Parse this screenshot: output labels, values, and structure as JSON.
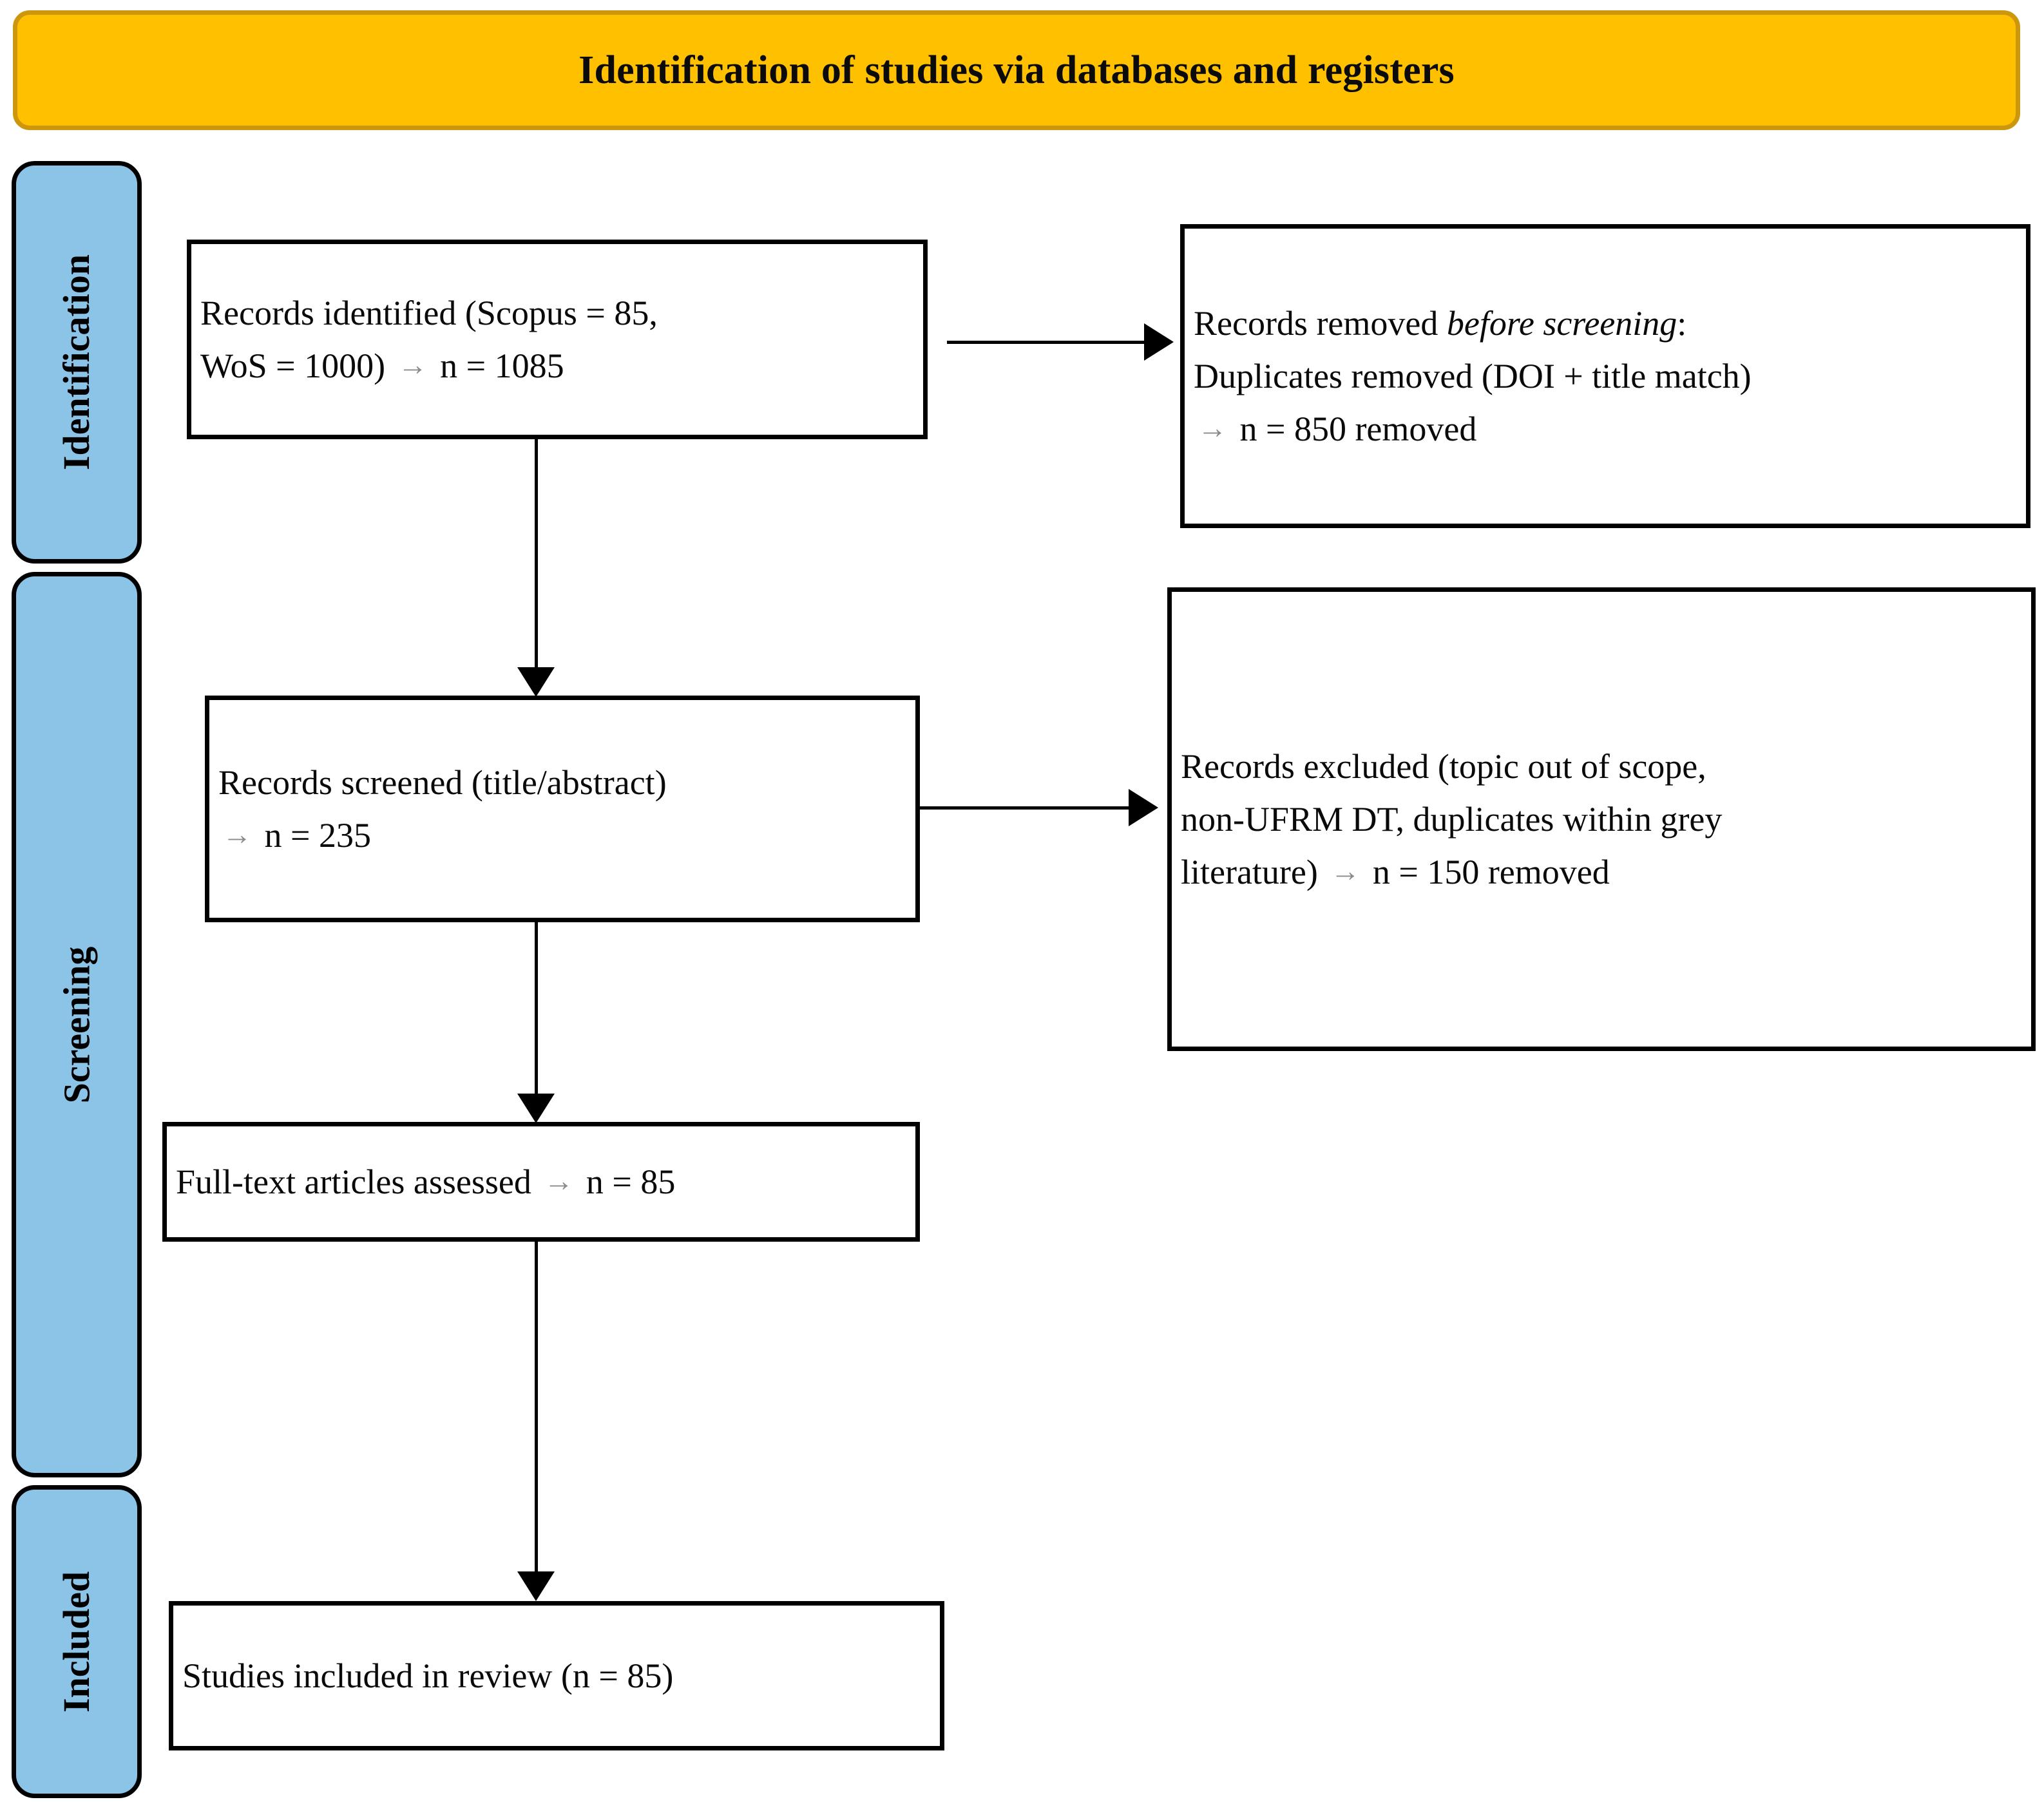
{
  "banner": {
    "title": "Identification of studies via databases and registers",
    "bg_color": "#FFC000",
    "border_color": "#CC970C"
  },
  "stages": [
    {
      "id": "identification",
      "label": "Identification",
      "color": "#8CC4E8"
    },
    {
      "id": "screening",
      "label": "Screening",
      "color": "#8CC4E8"
    },
    {
      "id": "included",
      "label": "Included",
      "color": "#8CC4E8"
    }
  ],
  "arrow_glyph": "→",
  "boxes": {
    "identified": {
      "line1": "Records  identified  (Scopus  =  85,",
      "line2_pre": "WoS = 1000)",
      "line2_post": "n = 1085"
    },
    "removed": {
      "line1_pre": "Records removed ",
      "line1_italic": "before screening",
      "line1_post": ":",
      "line2": "Duplicates removed (DOI + title match)",
      "line3_post": "n = 850 removed"
    },
    "screened": {
      "line1": "Records  screened  (title/abstract)",
      "line2_post": "n = 235"
    },
    "excluded": {
      "line1": "Records excluded (topic out of scope,",
      "line2": "non-UFRM DT, duplicates within grey",
      "line3_pre": "literature)",
      "line3_post": "n = 150 removed"
    },
    "fulltext": {
      "line1_pre": "Full-text articles assessed",
      "line1_post": "n = 85"
    },
    "included": {
      "line1": "Studies included in review (n = 85)"
    }
  },
  "chart_data": {
    "type": "diagram",
    "title": "Identification of studies via databases and registers",
    "diagram_kind": "PRISMA 2020 flow diagram",
    "stages": [
      "Identification",
      "Screening",
      "Included"
    ],
    "nodes": [
      {
        "id": "identified",
        "stage": "Identification",
        "label": "Records identified (Scopus = 85, WoS = 1000) → n = 1085",
        "n": 1085,
        "sources": {
          "Scopus": 85,
          "WoS": 1000
        }
      },
      {
        "id": "removed",
        "stage": "Identification",
        "label": "Records removed before screening: Duplicates removed (DOI + title match) → n = 850 removed",
        "n": 850
      },
      {
        "id": "screened",
        "stage": "Screening",
        "label": "Records screened (title/abstract) → n = 235",
        "n": 235
      },
      {
        "id": "excluded",
        "stage": "Screening",
        "label": "Records excluded (topic out of scope, non-UFRM DT, duplicates within grey literature) → n = 150 removed",
        "n": 150
      },
      {
        "id": "fulltext",
        "stage": "Screening",
        "label": "Full-text articles assessed → n = 85",
        "n": 85
      },
      {
        "id": "included",
        "stage": "Included",
        "label": "Studies included in review (n = 85)",
        "n": 85
      }
    ],
    "edges": [
      {
        "from": "identified",
        "to": "removed",
        "direction": "right"
      },
      {
        "from": "identified",
        "to": "screened",
        "direction": "down"
      },
      {
        "from": "screened",
        "to": "excluded",
        "direction": "right"
      },
      {
        "from": "screened",
        "to": "fulltext",
        "direction": "down"
      },
      {
        "from": "fulltext",
        "to": "included",
        "direction": "down"
      }
    ]
  }
}
